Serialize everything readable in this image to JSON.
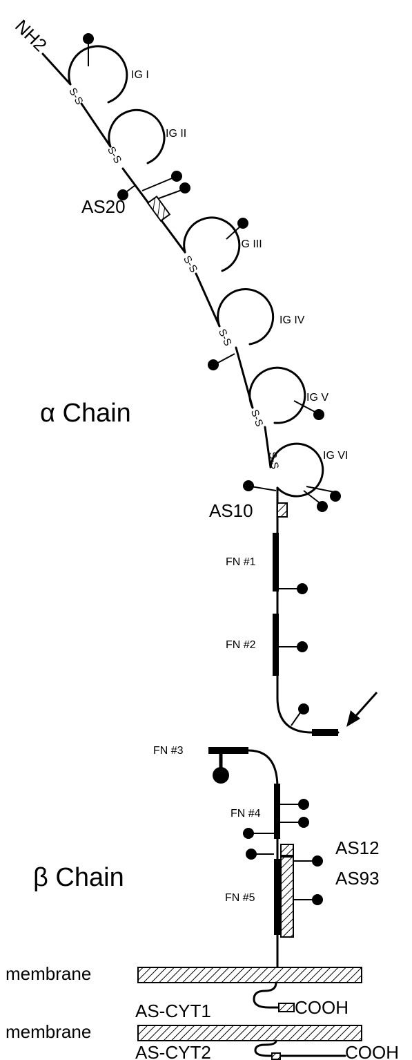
{
  "diagram": {
    "terminus_n": "NH2",
    "chain_alpha": "α Chain",
    "chain_beta": "β Chain",
    "disulfide": "S-S",
    "ig_domains": [
      "IG I",
      "IG II",
      "IG III",
      "IG IV",
      "IG V",
      "IG VI"
    ],
    "fn_domains": [
      "FN #1",
      "FN #2",
      "FN #3",
      "FN #4",
      "FN #5"
    ],
    "alt_splice": [
      "AS20",
      "AS10",
      "AS12",
      "AS93"
    ],
    "membrane_label": "membrane",
    "cyt_variants": [
      "AS-CYT1",
      "AS-CYT2"
    ],
    "terminus_c": "COOH"
  }
}
